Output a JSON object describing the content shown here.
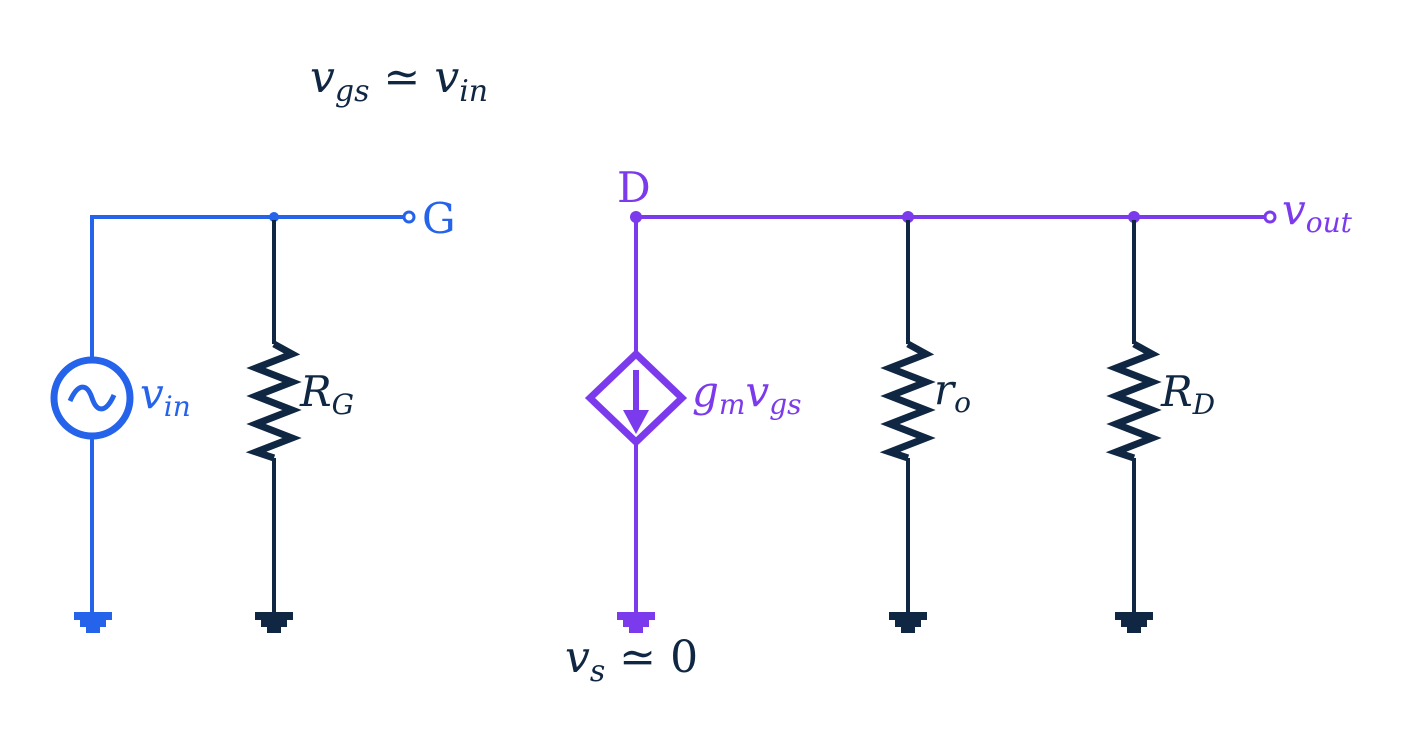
{
  "colors": {
    "input": "#2563eb",
    "output": "#7c3aed",
    "component": "#0f2742",
    "background": "#ffffff"
  },
  "equations": {
    "vgs_lhs": "v",
    "vgs_lhs_sub": "gs",
    "vgs_rel": "≃",
    "vgs_rhs": "v",
    "vgs_rhs_sub": "in",
    "vs_lhs": "v",
    "vs_lhs_sub": "s",
    "vs_rel": "≃",
    "vs_rhs": "0"
  },
  "input_side": {
    "source_label": "v",
    "source_label_sub": "in",
    "resistor_label": "R",
    "resistor_label_sub": "G",
    "terminal_label": "G"
  },
  "output_side": {
    "node_label": "D",
    "dependent_source_label_a": "g",
    "dependent_source_label_a_sub": "m",
    "dependent_source_label_b": "v",
    "dependent_source_label_b_sub": "gs",
    "ro_label": "r",
    "ro_label_sub": "o",
    "rd_label": "R",
    "rd_label_sub": "D",
    "out_label": "v",
    "out_label_sub": "out"
  },
  "icons": [
    "ac-voltage-source-icon",
    "resistor-icon",
    "dependent-current-source-icon",
    "ground-icon",
    "open-terminal-icon",
    "junction-dot-icon"
  ]
}
